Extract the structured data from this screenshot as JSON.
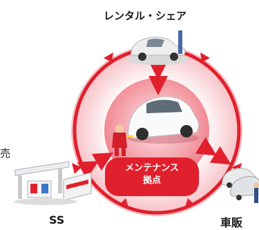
{
  "diagram": {
    "top_label": "レンタル・シェア",
    "bottom_left_label": "SS",
    "bottom_right_label": "車販",
    "left_partial_label": "売",
    "center_line1": "メンテナンス",
    "center_line2": "拠点"
  },
  "colors": {
    "accent_red": "#e0202c",
    "ring_pink": "#f7c9cd",
    "center_pink": "#f4a9b0"
  },
  "icons": [
    "rental-car-icon",
    "maintenance-car-icon",
    "mechanic-icon",
    "gas-station-icon",
    "dealer-cars-icon"
  ]
}
